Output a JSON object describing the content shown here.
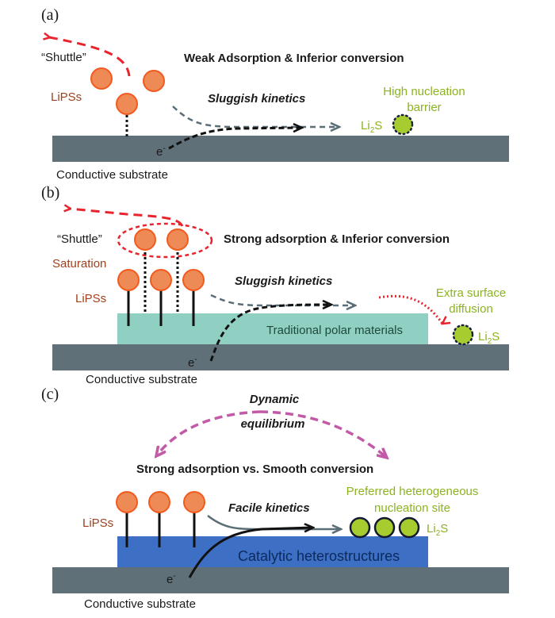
{
  "figure": {
    "colors": {
      "substrate": "#5f7079",
      "polar_material": "#8fd0c2",
      "catalytic": "#3d6fc4",
      "lips_fill": "#ee8a55",
      "lips_stroke": "#f25a1e",
      "li2s_fill": "#a7cc2f",
      "shuttle_arrow": "#e8242e",
      "equilibrium_arrow": "#c25aa8",
      "kinetics_arrow": "#5a6e78",
      "electron_path": "#111111"
    },
    "panels": [
      {
        "label": "(a)",
        "title": "Weak Adsorption & Inferior conversion",
        "shuttle_label": "“Shuttle”",
        "lips_label": "LiPSs",
        "kinetics_label": "Sluggish kinetics",
        "electron_label": "e",
        "electron_sup": "-",
        "substrate_label": "Conductive substrate",
        "li2s_label_main": "Li",
        "li2s_label_sub": "2",
        "li2s_label_end": "S",
        "note_line1": "High nucleation",
        "note_line2": "barrier"
      },
      {
        "label": "(b)",
        "title": "Strong adsorption & Inferior conversion",
        "shuttle_label": "“Shuttle”",
        "saturation_label": "Saturation",
        "lips_label": "LiPSs",
        "kinetics_label": "Sluggish kinetics",
        "layer_label": "Traditional polar materials",
        "electron_label": "e",
        "electron_sup": "-",
        "substrate_label": "Conductive substrate",
        "li2s_label_main": "Li",
        "li2s_label_sub": "2",
        "li2s_label_end": "S",
        "note_line1": "Extra surface",
        "note_line2": "diffusion"
      },
      {
        "label": "(c)",
        "equilibrium_line1": "Dynamic",
        "equilibrium_line2": "equilibrium",
        "title": "Strong adsorption vs. Smooth conversion",
        "lips_label": "LiPSs",
        "kinetics_label": "Facile kinetics",
        "layer_label": "Catalytic heterostructures",
        "electron_label": "e",
        "electron_sup": "-",
        "substrate_label": "Conductive substrate",
        "li2s_label_main": "Li",
        "li2s_label_sub": "2",
        "li2s_label_end": "S",
        "note_line1": "Preferred heterogeneous",
        "note_line2": "nucleation site"
      }
    ]
  }
}
